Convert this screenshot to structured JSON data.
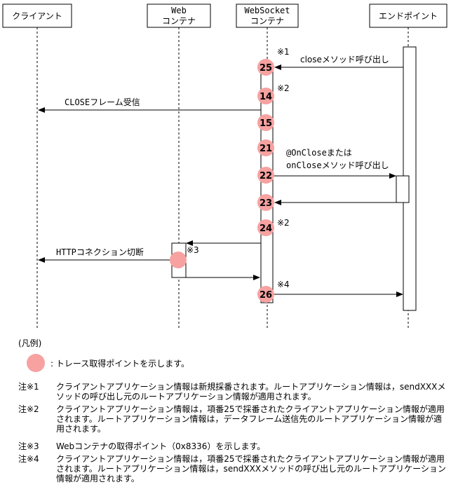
{
  "participants": {
    "client": [
      "クライアント"
    ],
    "web_container": [
      "Web",
      "コンテナ"
    ],
    "websocket_container": [
      "WebSocket",
      "コンテナ"
    ],
    "endpoint": [
      "エンドポイント"
    ]
  },
  "messages": {
    "close_call": "closeメソッド呼び出し",
    "close_frame": "CLOSEフレーム受信",
    "onclose_line1": "@OnCloseまたは",
    "onclose_line2": "onCloseメソッド呼び出し",
    "http_cut": "HTTPコネクション切断"
  },
  "points": [
    "25",
    "14",
    "15",
    "21",
    "22",
    "23",
    "24",
    "26"
  ],
  "markers": {
    "m1": "※1",
    "m2a": "※2",
    "m2b": "※2",
    "m3": "※3",
    "m4": "※4"
  },
  "legend": {
    "label": "(凡例)",
    "text": ": トレース取得ポイントを示します。"
  },
  "notes": [
    {
      "id": "注※1",
      "text": "クライアントアプリケーション情報は新規採番されます。ルートアプリケーション情報は，sendXXXメソッドの呼び出し元のルートアプリケーション情報が適用されます。"
    },
    {
      "id": "注※2",
      "text": "クライアントアプリケーション情報は，項番25で採番されたクライアントアプリケーション情報が適用されます。ルートアプリケーション情報は，データフレーム送信先のルートアプリケーション情報が適用されます。"
    },
    {
      "id": "注※3",
      "text": "Webコンテナの取得ポイント（0x8336）を示します。"
    },
    {
      "id": "注※4",
      "text": "クライアントアプリケーション情報は，項番25で採番されたクライアントアプリケーション情報が適用されます。ルートアプリケーション情報は，sendXXXメソッドの呼び出し元のルートアプリケーション情報が適用されます。"
    }
  ],
  "colors": {
    "point_fill": "#f7a1a1",
    "line": "#000000"
  }
}
